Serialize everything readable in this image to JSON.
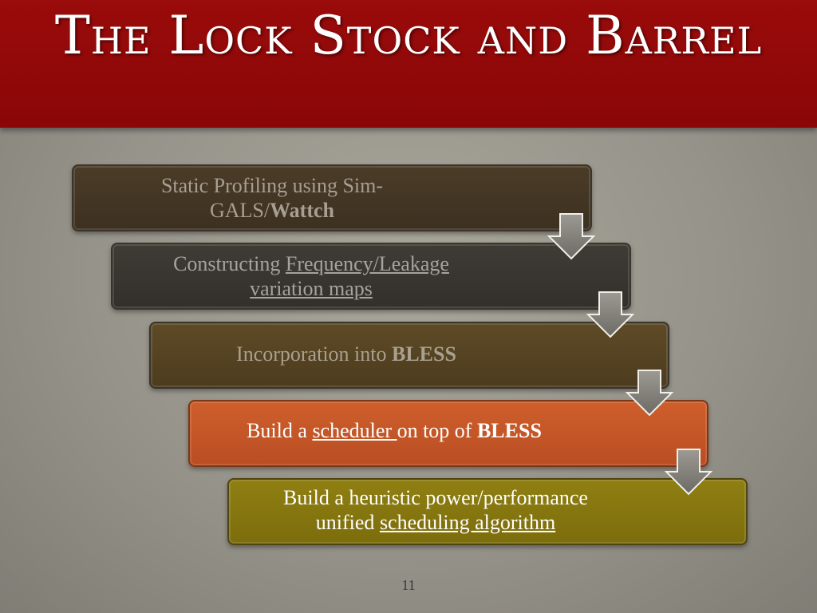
{
  "slide": {
    "title": "The Lock Stock and Barrel",
    "page_number": "11"
  },
  "steps": [
    {
      "t1": "Static Profiling using Sim-",
      "t2": "GALS/",
      "t3": "Wattch"
    },
    {
      "t1": "Constructing ",
      "t2": "Frequency/Leakage",
      "t3": "variation maps "
    },
    {
      "t1": "Incorporation into ",
      "t2": "BLESS"
    },
    {
      "t1": "Build a ",
      "t2": "scheduler ",
      "t3": "on top of ",
      "t4": "BLESS"
    },
    {
      "t1": "Build a heuristic power/performance",
      "t2": "unified ",
      "t3": "scheduling algorithm"
    }
  ],
  "arrow_icon": "down-arrow-icon",
  "colors": {
    "title_band": "#8a0707",
    "step1": "#3c3020",
    "step2": "#32302b",
    "step3": "#4c3c1e",
    "step4": "#c0532a",
    "step5": "#7f700d"
  }
}
